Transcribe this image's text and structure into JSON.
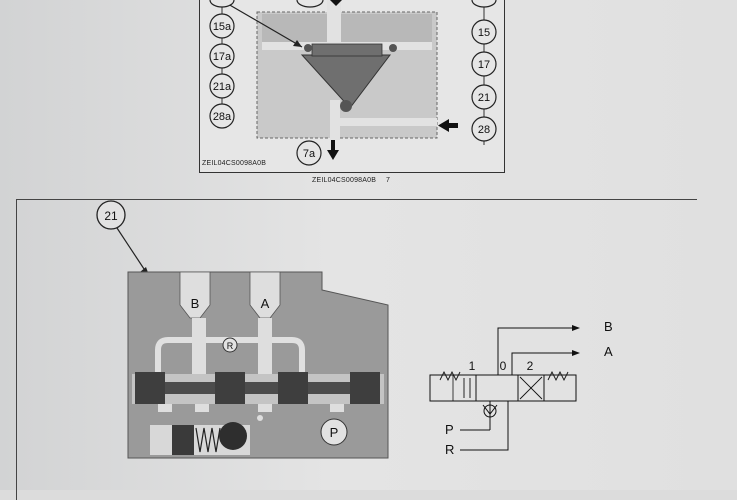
{
  "top_diagram": {
    "callouts_left": [
      "15a",
      "17a",
      "21a",
      "28a"
    ],
    "callouts_right": [
      "15",
      "17",
      "21",
      "28"
    ],
    "callout_bottom": "7a",
    "frame_code": "ZEIL04CS0098A0B"
  },
  "caption": {
    "code": "ZEIL04CS0098A0B",
    "number": "7"
  },
  "valve_section": {
    "callout": "21",
    "port_b": "B",
    "port_a": "A",
    "port_r": "R",
    "port_p": "P"
  },
  "schematic": {
    "pos_1": "1",
    "pos_0": "0",
    "pos_2": "2",
    "label_b": "B",
    "label_a": "A",
    "label_p": "P",
    "label_r": "R"
  }
}
